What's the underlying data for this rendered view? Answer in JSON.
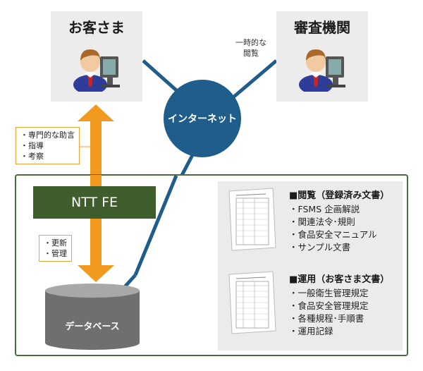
{
  "customer": {
    "title": "お客さま"
  },
  "auditor": {
    "title": "審査機関",
    "note_line1": "一時的な",
    "note_line2": "閲覧"
  },
  "internet": {
    "label": "インターネット"
  },
  "advice": {
    "items": [
      "・専門的な助言",
      "・指導",
      "・考察"
    ]
  },
  "maint": {
    "items": [
      "・更新",
      "・管理"
    ]
  },
  "nttfe": {
    "label": "NTT FE"
  },
  "database": {
    "label": "データベース"
  },
  "browse": {
    "title": "■閲覧（登録済み文書）",
    "items": [
      "・FSMS 企画解説",
      "・関連法令･規則",
      "・食品安全マニュアル",
      "・サンプル文書"
    ]
  },
  "operation": {
    "title": "■運用（お客さま文書）",
    "items": [
      "・一般衛生管理規定",
      "・食品安全管理規定",
      "・各種規程･手順書",
      "・運用記録"
    ]
  },
  "colors": {
    "line_blue": "#1f5d8a",
    "arrow_orange": "#f29a1f",
    "frame_green": "#4d6b3a",
    "nttfe_green": "#3f5e2c",
    "card_gray": "#ececec"
  }
}
